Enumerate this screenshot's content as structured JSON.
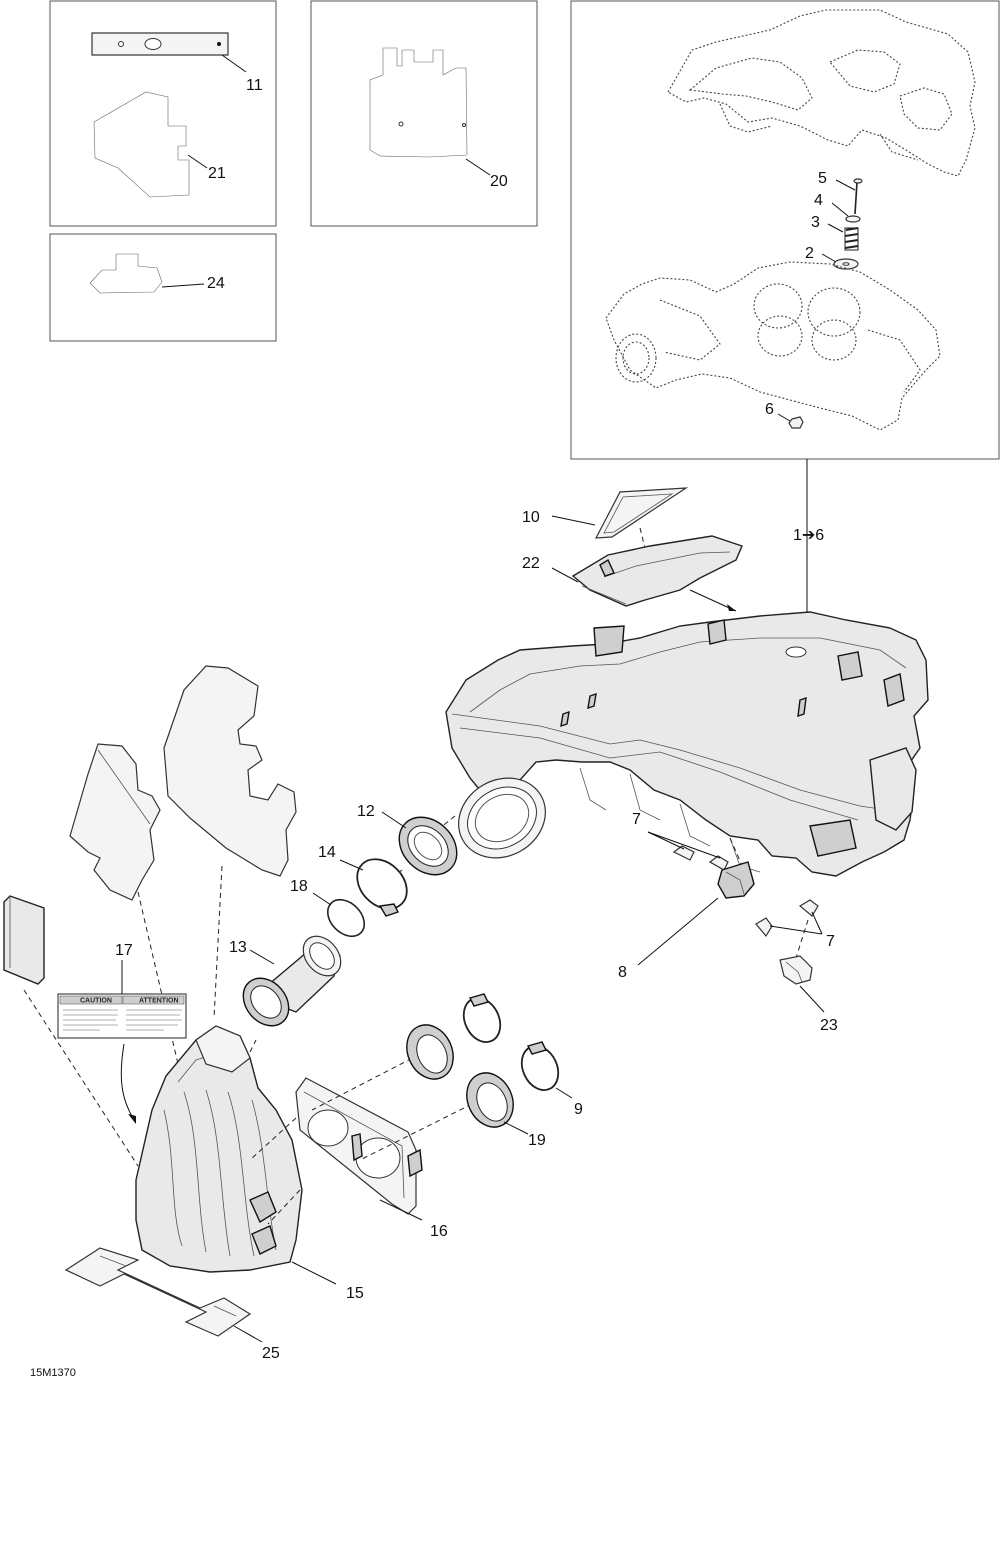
{
  "figure_code": "15M1370",
  "callouts": {
    "c1": "1",
    "c2": "2",
    "c3": "3",
    "c4": "4",
    "c5": "5",
    "c6": "6",
    "c7a": "7",
    "c7b": "7",
    "c8": "8",
    "c9": "9",
    "c10": "10",
    "c11": "11",
    "c12": "12",
    "c13": "13",
    "c14": "14",
    "c15": "15",
    "c16": "16",
    "c17": "17",
    "c18": "18",
    "c19": "19",
    "c20": "20",
    "c21": "21",
    "c22": "22",
    "c23": "23",
    "c24": "24",
    "c25": "25",
    "range_1_6": "1➔6"
  },
  "label_17": {
    "caution": "CAUTION",
    "attention": "ATTENTION"
  }
}
